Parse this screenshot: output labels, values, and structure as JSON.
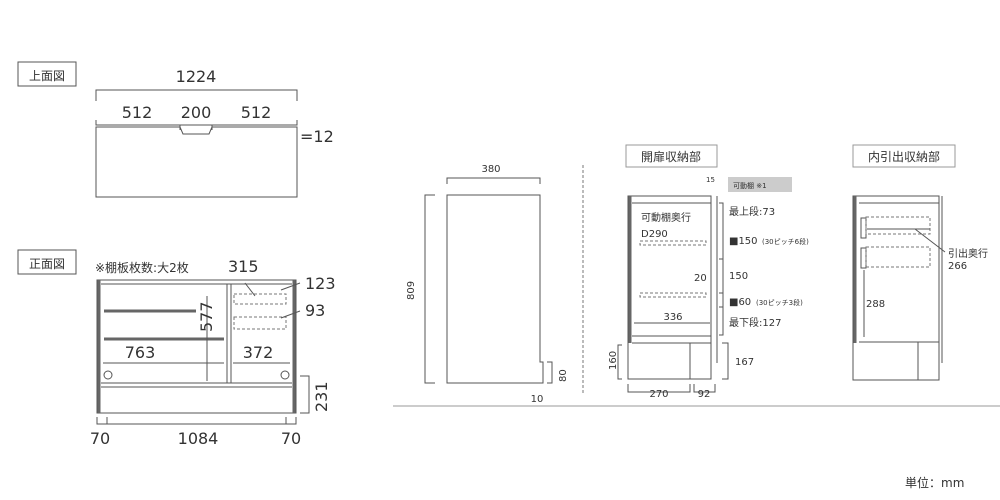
{
  "top_view": {
    "label": "上面図",
    "total_width": "1224",
    "left": "512",
    "center": "200",
    "right": "512",
    "thickness": "=12"
  },
  "front_view": {
    "label": "正面図",
    "note": "※棚板枚数:大2枚",
    "dim_315": "315",
    "dim_123": "123",
    "dim_93": "93",
    "dim_577": "577",
    "dim_763": "763",
    "dim_372": "372",
    "dim_231": "231",
    "bottom_left": "70",
    "bottom_center": "1084",
    "bottom_right": "70"
  },
  "side_view": {
    "depth": "380",
    "height": "809",
    "dim_80": "80",
    "dim_10": "10"
  },
  "door_section": {
    "label": "開扉収納部",
    "dim_15": "15",
    "movable_shelf_tag": "可動棚 ※1",
    "shelf_depth_label": "可動棚奥行",
    "shelf_depth": "D290",
    "top_step": "最上段:73",
    "pitch_150": "■150",
    "pitch_150_note": "(30ピッチ6段)",
    "mid_150": "150",
    "dim_20": "20",
    "pitch_60": "■60",
    "pitch_60_note": "(30ピッチ3段)",
    "bottom_step": "最下段:127",
    "inner_width": "336",
    "dim_160": "160",
    "dim_167": "167",
    "dim_270": "270",
    "dim_92": "92"
  },
  "drawer_section": {
    "label": "内引出収納部",
    "pull_depth_label": "引出奥行",
    "pull_depth": "266",
    "dim_288": "288"
  },
  "unit": "単位：mm"
}
